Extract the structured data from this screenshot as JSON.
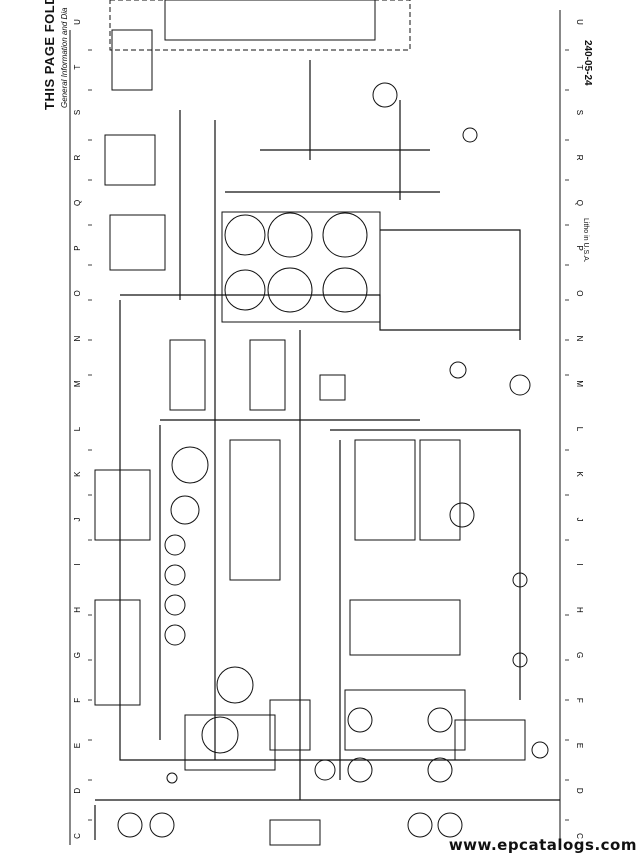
{
  "page": {
    "title": "THIS PAGE FOLDS",
    "subtitle": "General Information and Dia",
    "page_id": "240-05-24",
    "litho": "Litho in U.S.A."
  },
  "grid_letters": [
    "C",
    "D",
    "E",
    "F",
    "G",
    "H",
    "I",
    "J",
    "K",
    "L",
    "M",
    "N",
    "O",
    "P",
    "Q",
    "R",
    "S",
    "T",
    "U"
  ],
  "watermark": "www.epcatalogs.com",
  "colors": {
    "ink": "#111111",
    "paper": "#ffffff"
  }
}
